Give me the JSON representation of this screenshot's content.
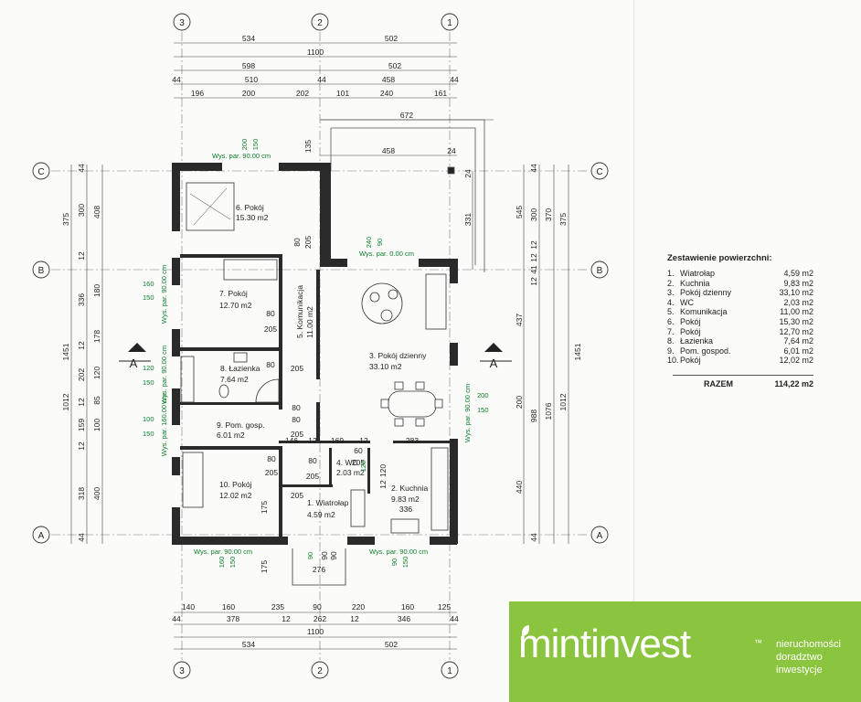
{
  "axes": {
    "top": [
      "3",
      "2",
      "1"
    ],
    "bottom": [
      "3",
      "2",
      "1"
    ],
    "left": [
      "C",
      "B",
      "A"
    ],
    "right": [
      "C",
      "B",
      "A"
    ]
  },
  "section": {
    "left": "A",
    "right": "A"
  },
  "top_dims": {
    "row1": [
      "534",
      "502"
    ],
    "row2": [
      "1100"
    ],
    "row3": [
      "598",
      "502"
    ],
    "row4": [
      "44",
      "510",
      "44",
      "458",
      "44"
    ],
    "row5": [
      "196",
      "200",
      "202",
      "101",
      "240",
      "161"
    ],
    "terrace": [
      "672",
      "458",
      "24"
    ]
  },
  "bottom_dims": {
    "row1": [
      "140",
      "160",
      "235",
      "90",
      "220",
      "160",
      "125"
    ],
    "row2": [
      "44",
      "378",
      "12",
      "262",
      "12",
      "346",
      "44"
    ],
    "row3": [
      "1100"
    ],
    "row4": [
      "534",
      "502"
    ]
  },
  "left_dims": {
    "outer": [
      "375",
      "1451",
      "1012"
    ],
    "mid": [
      "44",
      "300",
      "12",
      "336",
      "12",
      "202",
      "12",
      "159",
      "12",
      "318",
      "44"
    ],
    "inner": [
      "408",
      "180",
      "178",
      "120",
      "85",
      "100",
      "400"
    ]
  },
  "right_dims": {
    "outer": [
      "375",
      "1451",
      "1012"
    ],
    "mid": [
      "44",
      "300",
      "12",
      "437",
      "200",
      "988",
      "440",
      "44"
    ],
    "inner": [
      "545",
      "370",
      "12",
      "41",
      "12",
      "1076"
    ],
    "terrace": [
      "331",
      "24"
    ]
  },
  "interior_dims": [
    "135",
    "146",
    "12",
    "169",
    "12",
    "283",
    "175",
    "175",
    "336",
    "276",
    "120",
    "12",
    "90",
    "90",
    "80",
    "80",
    "80",
    "80",
    "80",
    "205",
    "205",
    "205",
    "205",
    "205",
    "205",
    "80",
    "205",
    "205",
    "60",
    "80"
  ],
  "green_labels": {
    "wys_par_90": "Wys. par. 90.00 cm",
    "wys_par_0": "Wys. par. 0.00 cm",
    "wys_par_160": "Wys. par. 160.00 cm",
    "nums": [
      "200",
      "150",
      "240",
      "90",
      "160",
      "150",
      "120",
      "150",
      "100",
      "150",
      "200",
      "150",
      "160",
      "150",
      "90",
      "150",
      "90",
      "120"
    ]
  },
  "rooms": [
    {
      "label": "6. Pokój",
      "area": "15.30 m2"
    },
    {
      "label": "7. Pokój",
      "area": "12.70 m2"
    },
    {
      "label": "5. Komunikacja",
      "area": "11.00 m2"
    },
    {
      "label": "3. Pokój dzienny",
      "area": "33.10 m2"
    },
    {
      "label": "8. Łazienka",
      "area": "7.64 m2"
    },
    {
      "label": "9. Pom. gosp.",
      "area": "6.01 m2"
    },
    {
      "label": "10. Pokój",
      "area": "12.02 m2"
    },
    {
      "label": "4. WC",
      "area": "2.03 m2"
    },
    {
      "label": "1. Wiatrołap",
      "area": "4.59 m2"
    },
    {
      "label": "2. Kuchnia",
      "area": "9.83 m2"
    }
  ],
  "summary": {
    "title": "Zestawienie powierzchni:",
    "items": [
      {
        "num": "1.",
        "name": "Wiatrołap",
        "area": "4,59 m2"
      },
      {
        "num": "2.",
        "name": "Kuchnia",
        "area": "9,83 m2"
      },
      {
        "num": "3.",
        "name": "Pokój dzienny",
        "area": "33,10 m2"
      },
      {
        "num": "4.",
        "name": "WC",
        "area": "2,03 m2"
      },
      {
        "num": "5.",
        "name": "Komunikacja",
        "area": "11,00 m2"
      },
      {
        "num": "6.",
        "name": "Pokój",
        "area": "15,30 m2"
      },
      {
        "num": "7.",
        "name": "Pokój",
        "area": "12,70 m2"
      },
      {
        "num": "8.",
        "name": "Łazienka",
        "area": "7,64 m2"
      },
      {
        "num": "9.",
        "name": "Pom. gospod.",
        "area": "6,01 m2"
      },
      {
        "num": "10.",
        "name": "Pokój",
        "area": "12,02 m2"
      }
    ],
    "total_label": "RAZEM",
    "total_area": "114,22 m2"
  },
  "brand": {
    "logo": "mintinvest",
    "tm": "™",
    "tagline": [
      "nieruchomości",
      "doradztwo",
      "inwestycje"
    ],
    "color": "#8bc53f"
  },
  "colors": {
    "wall": "#222222",
    "green_text": "#0a7d2a"
  }
}
